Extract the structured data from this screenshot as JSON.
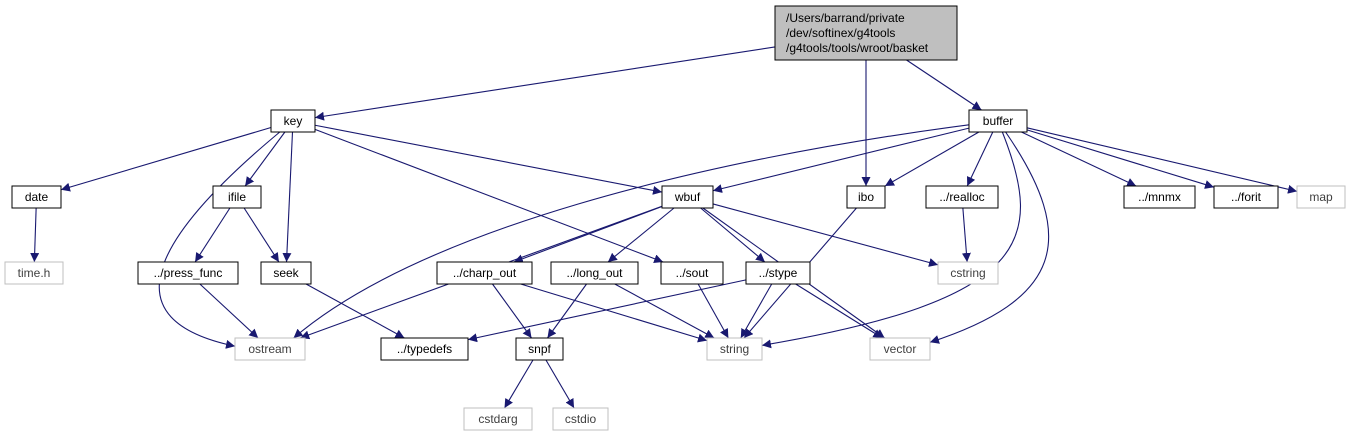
{
  "colors": {
    "edge": "#191970",
    "root_fill": "#bfbfbf",
    "node_border": "#000000",
    "external_border": "#bfbfbf",
    "external_text": "#404040",
    "text": "#000000"
  },
  "diagram": {
    "root": {
      "id": "root",
      "lines": [
        "/Users/barrand/private",
        "/dev/softinex/g4tools",
        "/g4tools/tools/wroot/basket"
      ]
    },
    "nodes": [
      {
        "id": "key",
        "label": "key",
        "kind": "internal"
      },
      {
        "id": "buffer",
        "label": "buffer",
        "kind": "internal"
      },
      {
        "id": "date",
        "label": "date",
        "kind": "internal"
      },
      {
        "id": "ifile",
        "label": "ifile",
        "kind": "internal"
      },
      {
        "id": "wbuf",
        "label": "wbuf",
        "kind": "internal"
      },
      {
        "id": "ibo",
        "label": "ibo",
        "kind": "internal"
      },
      {
        "id": "realloc",
        "label": "../realloc",
        "kind": "internal"
      },
      {
        "id": "mnmx",
        "label": "../mnmx",
        "kind": "internal"
      },
      {
        "id": "forit",
        "label": "../forit",
        "kind": "internal"
      },
      {
        "id": "map",
        "label": "map",
        "kind": "external"
      },
      {
        "id": "timeh",
        "label": "time.h",
        "kind": "external"
      },
      {
        "id": "press_func",
        "label": "../press_func",
        "kind": "internal"
      },
      {
        "id": "seek",
        "label": "seek",
        "kind": "internal"
      },
      {
        "id": "charp_out",
        "label": "../charp_out",
        "kind": "internal"
      },
      {
        "id": "long_out",
        "label": "../long_out",
        "kind": "internal"
      },
      {
        "id": "sout",
        "label": "../sout",
        "kind": "internal"
      },
      {
        "id": "stype",
        "label": "../stype",
        "kind": "internal"
      },
      {
        "id": "cstring",
        "label": "cstring",
        "kind": "external"
      },
      {
        "id": "ostream",
        "label": "ostream",
        "kind": "external"
      },
      {
        "id": "typedefs",
        "label": "../typedefs",
        "kind": "internal"
      },
      {
        "id": "snpf",
        "label": "snpf",
        "kind": "internal"
      },
      {
        "id": "string",
        "label": "string",
        "kind": "external"
      },
      {
        "id": "vector",
        "label": "vector",
        "kind": "external"
      },
      {
        "id": "cstdarg",
        "label": "cstdarg",
        "kind": "external"
      },
      {
        "id": "cstdio",
        "label": "cstdio",
        "kind": "external"
      }
    ],
    "edges": [
      [
        "root",
        "key"
      ],
      [
        "root",
        "ibo"
      ],
      [
        "root",
        "buffer"
      ],
      [
        "key",
        "date"
      ],
      [
        "key",
        "ifile"
      ],
      [
        "key",
        "seek"
      ],
      [
        "key",
        "wbuf"
      ],
      [
        "key",
        "sout"
      ],
      [
        "key",
        "ostream"
      ],
      [
        "buffer",
        "ostream"
      ],
      [
        "buffer",
        "wbuf"
      ],
      [
        "buffer",
        "ibo"
      ],
      [
        "buffer",
        "realloc"
      ],
      [
        "buffer",
        "mnmx"
      ],
      [
        "buffer",
        "forit"
      ],
      [
        "buffer",
        "map"
      ],
      [
        "buffer",
        "string"
      ],
      [
        "buffer",
        "vector"
      ],
      [
        "date",
        "timeh"
      ],
      [
        "ifile",
        "press_func"
      ],
      [
        "ifile",
        "seek"
      ],
      [
        "wbuf",
        "ostream"
      ],
      [
        "wbuf",
        "charp_out"
      ],
      [
        "wbuf",
        "long_out"
      ],
      [
        "wbuf",
        "stype"
      ],
      [
        "wbuf",
        "cstring"
      ],
      [
        "wbuf",
        "vector"
      ],
      [
        "ibo",
        "string"
      ],
      [
        "realloc",
        "cstring"
      ],
      [
        "press_func",
        "ostream"
      ],
      [
        "seek",
        "typedefs"
      ],
      [
        "charp_out",
        "snpf"
      ],
      [
        "charp_out",
        "string"
      ],
      [
        "long_out",
        "snpf"
      ],
      [
        "long_out",
        "string"
      ],
      [
        "sout",
        "string"
      ],
      [
        "stype",
        "typedefs"
      ],
      [
        "stype",
        "string"
      ],
      [
        "stype",
        "vector"
      ],
      [
        "snpf",
        "cstdarg"
      ],
      [
        "snpf",
        "cstdio"
      ]
    ]
  }
}
